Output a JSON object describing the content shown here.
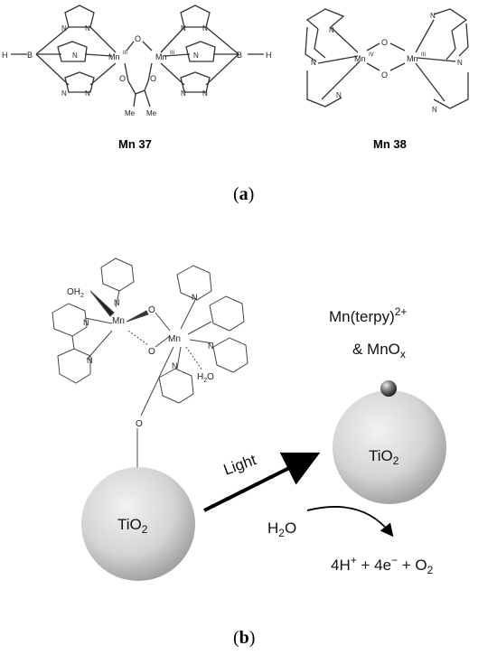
{
  "panel_a": {
    "caption_label": "a",
    "mn37": {
      "label": "Mn 37"
    },
    "mn38": {
      "label": "Mn 38"
    }
  },
  "panel_b": {
    "caption_label": "b",
    "oh2": "OH",
    "oh2_sub": "2",
    "h2o_lig": "H",
    "h2o_lig_sub": "2",
    "h2o_lig_tail": "O",
    "tio2_left": "TiO",
    "tio2_left_sub": "2",
    "tio2_right": "TiO",
    "tio2_right_sub": "2",
    "light": "Light",
    "mn_terpy": "Mn(terpy)",
    "mn_terpy_sup": "2+",
    "mnox": "& MnO",
    "mnox_sub": "x",
    "water": "H",
    "water_sub": "2",
    "water_tail": "O",
    "products": {
      "p1": "4H",
      "p1_sup": "+",
      "p2": " + 4e",
      "p2_sup": "−",
      "p3": " + O",
      "p3_sub": "2"
    }
  },
  "atoms": {
    "N": "N",
    "O": "O",
    "B": "B",
    "H": "H",
    "Mn": "Mn",
    "Me": "Me",
    "ox_iii": "III",
    "ox_iv": "IV"
  }
}
